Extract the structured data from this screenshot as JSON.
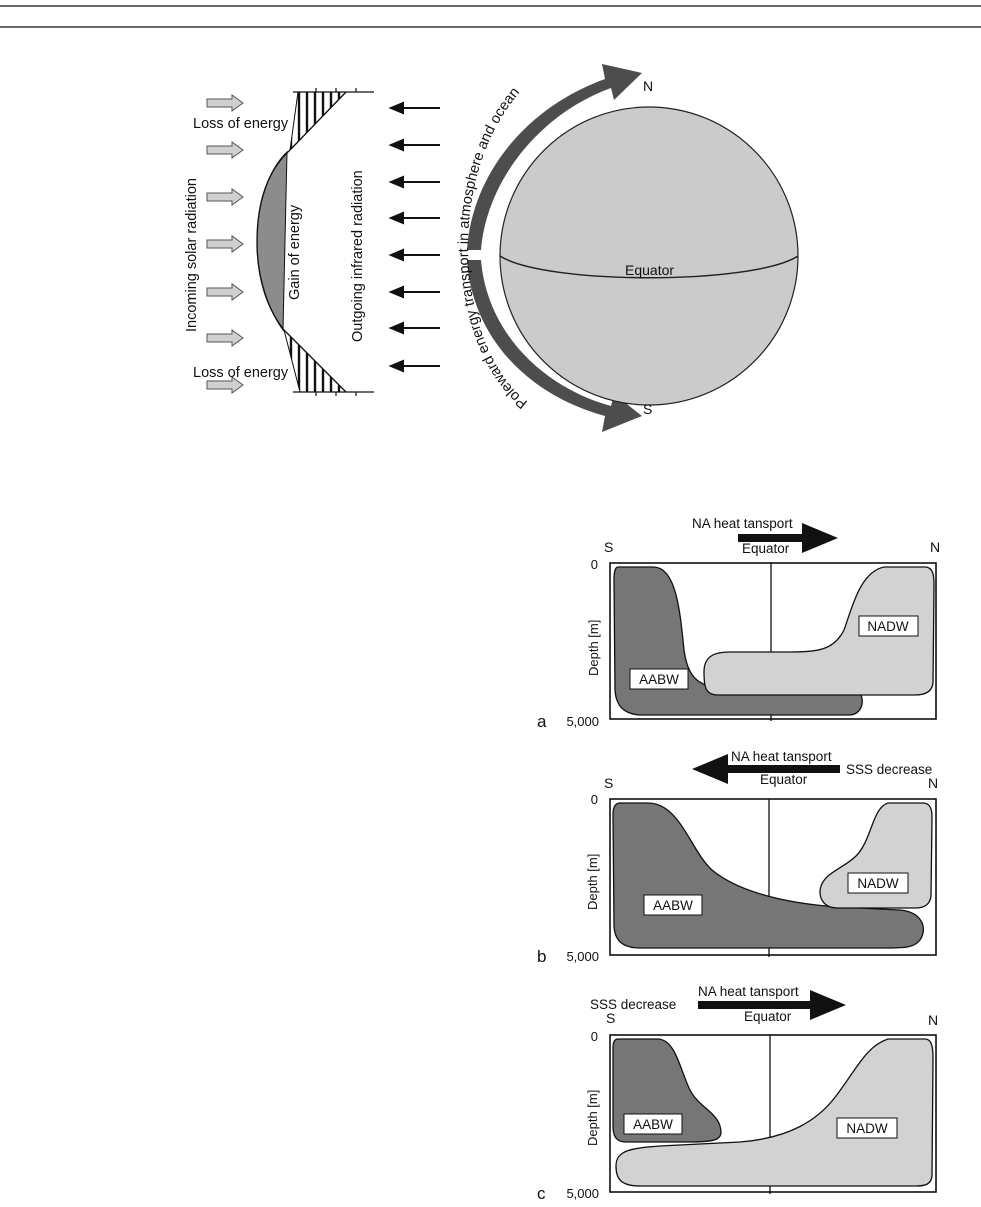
{
  "energy_diagram": {
    "loss_top": "Loss of energy",
    "loss_bottom": "Loss of energy",
    "gain": "Gain of energy",
    "incoming": "Incoming solar radiation",
    "outgoing": "Outgoing infrared radiation",
    "transport": "Poleward energy transport in atmosphere and ocean",
    "north": "N",
    "south": "S",
    "equator": "Equator"
  },
  "sections": [
    {
      "letter": "a",
      "ns_south": "S",
      "ns_north": "N",
      "depth_axis": "Depth [m]",
      "depth_top": "0",
      "depth_bottom": "5,000",
      "heat_label": "NA heat tansport",
      "equator_label": "Equator",
      "arrow_direction": "north",
      "sss_label": "",
      "water_mass_1": "AABW",
      "water_mass_2": "NADW"
    },
    {
      "letter": "b",
      "ns_south": "S",
      "ns_north": "N",
      "depth_axis": "Depth [m]",
      "depth_top": "0",
      "depth_bottom": "5,000",
      "heat_label": "NA heat tansport",
      "equator_label": "Equator",
      "arrow_direction": "south",
      "sss_label": "SSS decrease",
      "water_mass_1": "AABW",
      "water_mass_2": "NADW"
    },
    {
      "letter": "c",
      "ns_south": "S",
      "ns_north": "N",
      "depth_axis": "Depth [m]",
      "depth_top": "0",
      "depth_bottom": "5,000",
      "heat_label": "NA heat tansport",
      "equator_label": "Equator",
      "arrow_direction": "north",
      "sss_label": "SSS decrease",
      "water_mass_1": "AABW",
      "water_mass_2": "NADW"
    }
  ],
  "colors": {
    "aabw": "#767676",
    "nadw": "#d2d2d2",
    "globe": "#cbcbcb",
    "transport_arrow": "#4d4d4d",
    "solar_arrow": "#d0d0d0",
    "gain_fill": "#8c8c8c"
  }
}
